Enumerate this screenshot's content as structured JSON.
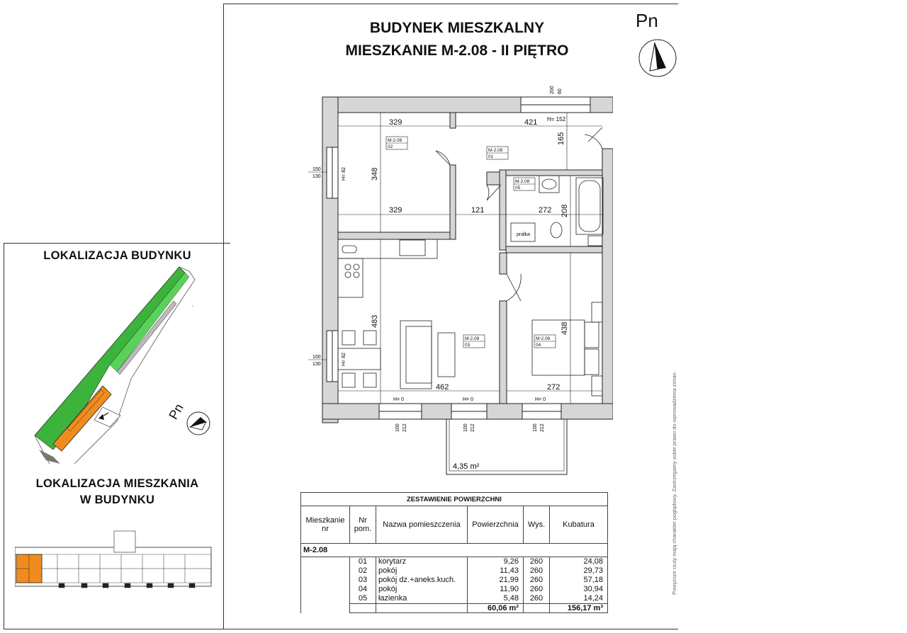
{
  "title": {
    "line1": "BUDYNEK MIESZKALNY",
    "line2": "MIESZKANIE M-2.08 - II PIĘTRO"
  },
  "north_label": "Pn",
  "left_panel": {
    "building_title": "LOKALIZACJA BUDYNKU",
    "apartment_title_line1": "LOKALIZACJA MIESZKANIA",
    "apartment_title_line2": "W BUDYNKU",
    "north_label": "Pn"
  },
  "plan": {
    "rooms": [
      {
        "code": "M-2.08",
        "nr": "01"
      },
      {
        "code": "M-2.08",
        "nr": "02"
      },
      {
        "code": "M-2.08",
        "nr": "03"
      },
      {
        "code": "M-2.08",
        "nr": "04"
      },
      {
        "code": "M-2.08",
        "nr": "05"
      }
    ],
    "dims": {
      "r02_w_top": "329",
      "r02_h": "348",
      "r02_w_bottom": "329",
      "r01_w": "421",
      "r01_h": "165",
      "r01_small": "121",
      "r05_w": "272",
      "r05_h": "208",
      "r03_h": "483",
      "r03_w": "462",
      "r04_h": "438",
      "r04_w": "272"
    },
    "window_top": {
      "a": "200",
      "b": "60",
      "h": "H= 152"
    },
    "window_left1": {
      "a": "150",
      "b": "130",
      "h": "H= 82"
    },
    "window_left2": {
      "a": "100",
      "b": "130",
      "h": "H= 82"
    },
    "window_bottom": {
      "h": "H= 0",
      "a": "100",
      "b": "212"
    },
    "balcony_area": "4,35 m²",
    "pralka": "pralka"
  },
  "table": {
    "caption": "ZESTAWIENIE POWIERZCHNI",
    "headers": {
      "apt_line1": "Mieszkanie",
      "apt_line2": "nr",
      "nr_line1": "Nr",
      "nr_line2": "pom.",
      "name": "Nazwa pomieszczenia",
      "area": "Powierzchnia",
      "height": "Wys.",
      "volume": "Kubatura"
    },
    "apartment": "M-2.08",
    "rows": [
      {
        "nr": "01",
        "name": "korytarz",
        "area": "9,26",
        "height": "260",
        "volume": "24,08"
      },
      {
        "nr": "02",
        "name": "pokój",
        "area": "11,43",
        "height": "260",
        "volume": "29,73"
      },
      {
        "nr": "03",
        "name": "pokój dz.+aneks.kuch.",
        "area": "21,99",
        "height": "260",
        "volume": "57,18"
      },
      {
        "nr": "04",
        "name": "pokój",
        "area": "11,90",
        "height": "260",
        "volume": "30,94"
      },
      {
        "nr": "05",
        "name": "łazienka",
        "area": "5,48",
        "height": "260",
        "volume": "14,24"
      }
    ],
    "total_area": "60,06 m²",
    "total_volume": "156,17 m³"
  },
  "side_note": "Powyższe rzuty mają charakter poglądowy. Zastrzegamy sobie prawo do wprowadzenia zmian.",
  "colors": {
    "highlight": "#f08c1e",
    "site_green": "#3cb43c",
    "line": "#222"
  }
}
